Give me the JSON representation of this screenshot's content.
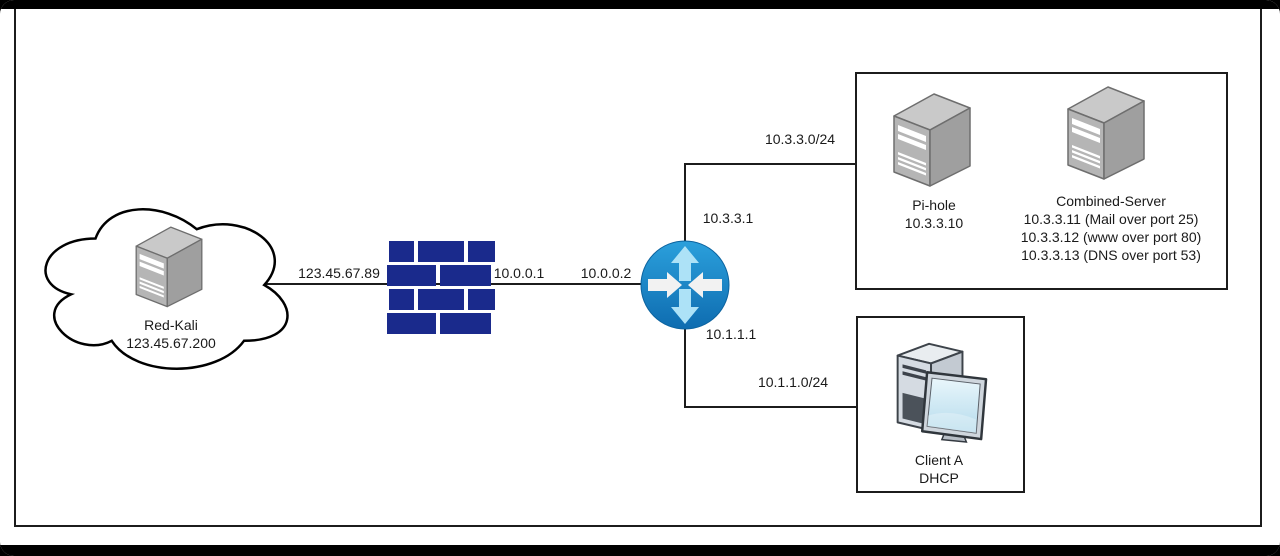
{
  "diagram": {
    "title_hint": "network-topology-diagram",
    "cloud": {
      "name": "Red-Kali",
      "ip": "123.45.67.200"
    },
    "edge_labels": {
      "wan_ip": "123.45.67.89",
      "firewall_inside": "10.0.0.1",
      "router_wan": "10.0.0.2",
      "servers_subnet": "10.3.3.0/24",
      "router_servers_if": "10.3.3.1",
      "router_clients_if": "10.1.1.1",
      "clients_subnet": "10.1.1.0/24"
    },
    "pihole": {
      "name": "Pi-hole",
      "ip": "10.3.3.10"
    },
    "combined_server": {
      "name": "Combined-Server",
      "services": [
        "10.3.3.11 (Mail over port 25)",
        "10.3.3.12 (www over port 80)",
        "10.3.3.13 (DNS over port 53)"
      ]
    },
    "client": {
      "name": "Client A",
      "config": "DHCP"
    },
    "icons": {
      "cloud": "cloud-outline-icon",
      "server": "server-tower-icon",
      "firewall": "brick-wall-firewall-icon",
      "router": "router-arrows-icon",
      "workstation": "desktop-computer-icon"
    },
    "colors": {
      "firewall_brick": "#1a2a8c",
      "router_blue_light": "#2ba0dc",
      "router_blue_dark": "#0e6cb0",
      "router_arrow_cyan": "#ade2f7",
      "router_arrow_white": "#f2f2f2",
      "line": "#1c1c1c",
      "frame": "#000000"
    }
  }
}
